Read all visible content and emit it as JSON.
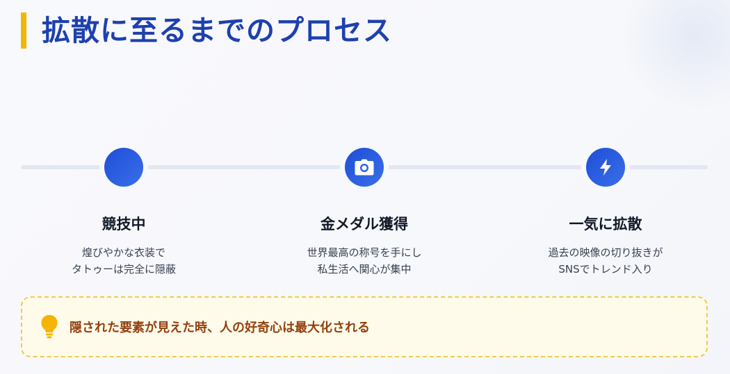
{
  "title": "拡散に至るまでのプロセス",
  "steps": [
    {
      "icon": "circle-icon",
      "title": "競技中",
      "desc": [
        "煌びやかな衣装で",
        "タトゥーは完全に隠蔽"
      ]
    },
    {
      "icon": "camera-icon",
      "title": "金メダル獲得",
      "desc": [
        "世界最高の称号を手にし",
        "私生活へ関心が集中"
      ]
    },
    {
      "icon": "lightning-icon",
      "title": "一気に拡散",
      "desc": [
        "過去の映像の切り抜きが",
        "SNSでトレンド入り"
      ]
    }
  ],
  "callout": {
    "icon": "lightbulb-icon",
    "text": "隠された要素が見えた時、人の好奇心は最大化される"
  },
  "colors": {
    "accent": "#1e40af",
    "bar": "#f0b800",
    "callout_text": "#92400e",
    "callout_border": "#f2c94c"
  }
}
